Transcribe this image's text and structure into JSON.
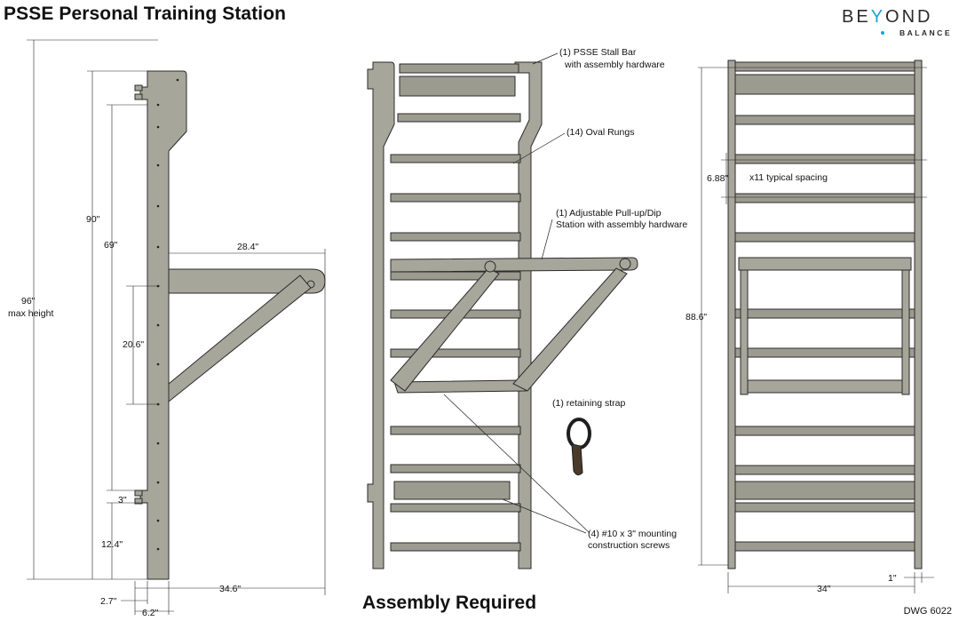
{
  "title": "PSSE Personal Training Station",
  "subtitle": "Assembly Required",
  "drawing_number": "DWG 6022",
  "logo": {
    "word_a": "BE",
    "word_y": "Y",
    "word_b": "OND",
    "sub": "BALANCE"
  },
  "side_view": {
    "dim_max_height": "96\"",
    "dim_max_height_note": "max height",
    "dim_90": "90\"",
    "dim_69": "69\"",
    "dim_20_6": "20.6\"",
    "dim_3": "3\"",
    "dim_12_4": "12.4\"",
    "dim_28_4": "28.4\"",
    "dim_34_6": "34.6\"",
    "dim_2_7": "2.7\"",
    "dim_6_2": "6.2\""
  },
  "iso_view": {
    "callout_stall_bar_1": "(1) PSSE Stall Bar",
    "callout_stall_bar_2": "with assembly hardware",
    "callout_rungs": "(14) Oval Rungs",
    "callout_station_1": "(1) Adjustable Pull-up/Dip",
    "callout_station_2": "Station with assembly hardware",
    "callout_strap": "(1) retaining strap",
    "callout_screws_1": "(4) #10 x 3\" mounting",
    "callout_screws_2": "construction screws"
  },
  "front_view": {
    "dim_spacing": "6.88\"",
    "spacing_note": "x11 typical spacing",
    "dim_height": "88.6\"",
    "dim_width": "34\"",
    "dim_1": "1\""
  },
  "colors": {
    "wood": "#a7a69b",
    "outline": "#2b2b2b",
    "accent": "#1aa3d6"
  }
}
